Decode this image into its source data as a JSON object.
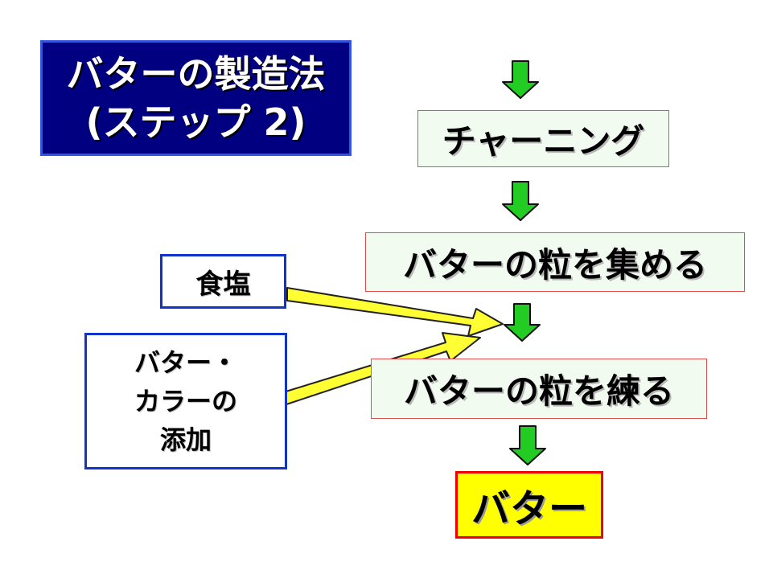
{
  "title": {
    "line1": "バターの製造法",
    "line2": "(ステップ 2)"
  },
  "steps": [
    {
      "label": "チャーニング"
    },
    {
      "label": "バターの粒を集める"
    },
    {
      "label": "バターの粒を練る"
    }
  ],
  "final": {
    "label": "バター"
  },
  "inputs": {
    "salt": "食塩",
    "color_line1": "バター・",
    "color_line2": "カラーの",
    "color_line3": "添加"
  },
  "colors": {
    "title_bg": "#000080",
    "arrow_green": "#22cc22",
    "arrow_yellow": "#ffff33",
    "final_bg": "#ffff00",
    "step_border": "#e05050",
    "input_border": "#1133cc"
  }
}
